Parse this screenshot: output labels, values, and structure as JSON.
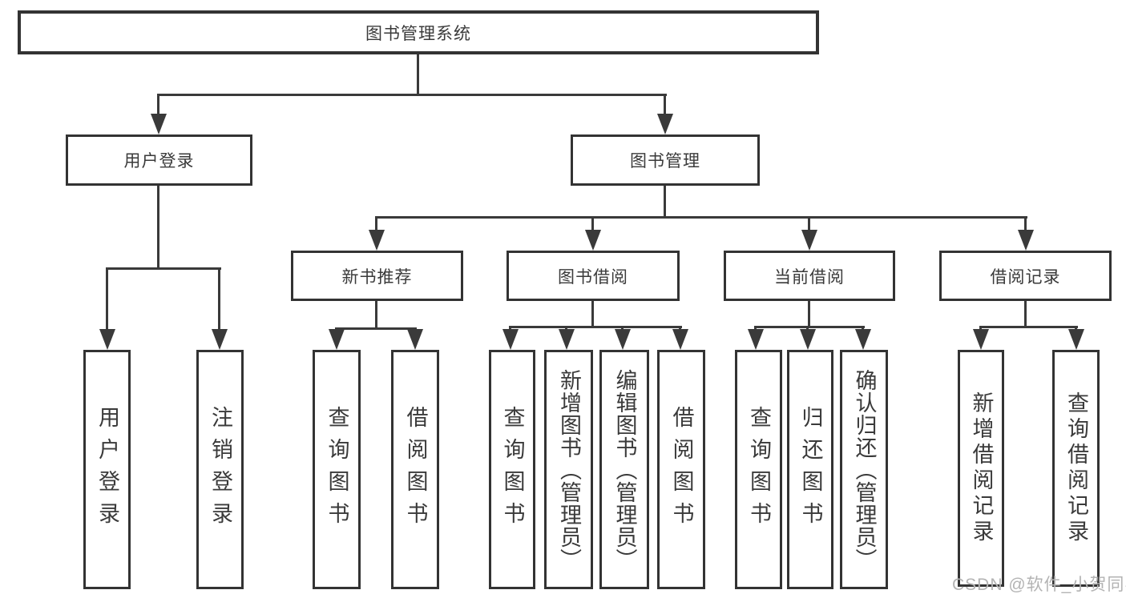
{
  "tree": {
    "root": "图书管理系统",
    "children": [
      {
        "label": "用户登录",
        "children": [
          {
            "label": "用户登录"
          },
          {
            "label": "注销登录"
          }
        ]
      },
      {
        "label": "图书管理",
        "children": [
          {
            "label": "新书推荐",
            "children": [
              {
                "label": "查询图书"
              },
              {
                "label": "借阅图书"
              }
            ]
          },
          {
            "label": "图书借阅",
            "children": [
              {
                "label": "查询图书"
              },
              {
                "label": "新增图书（管理员）"
              },
              {
                "label": "编辑图书（管理员）"
              },
              {
                "label": "借阅图书"
              }
            ]
          },
          {
            "label": "当前借阅",
            "children": [
              {
                "label": "查询图书"
              },
              {
                "label": "归还图书"
              },
              {
                "label": "确认归还（管理员）"
              }
            ]
          },
          {
            "label": "借阅记录",
            "children": [
              {
                "label": "新增借阅记录"
              },
              {
                "label": "查询借阅记录"
              }
            ]
          }
        ]
      }
    ]
  },
  "watermark": {
    "text": "CSDN @软件_小贺同学"
  },
  "colors": {
    "line": "#3a3a3a",
    "box_border": "#333333",
    "text": "#3a3a3a",
    "watermark": "#b3b3b3",
    "background": "#ffffff"
  }
}
